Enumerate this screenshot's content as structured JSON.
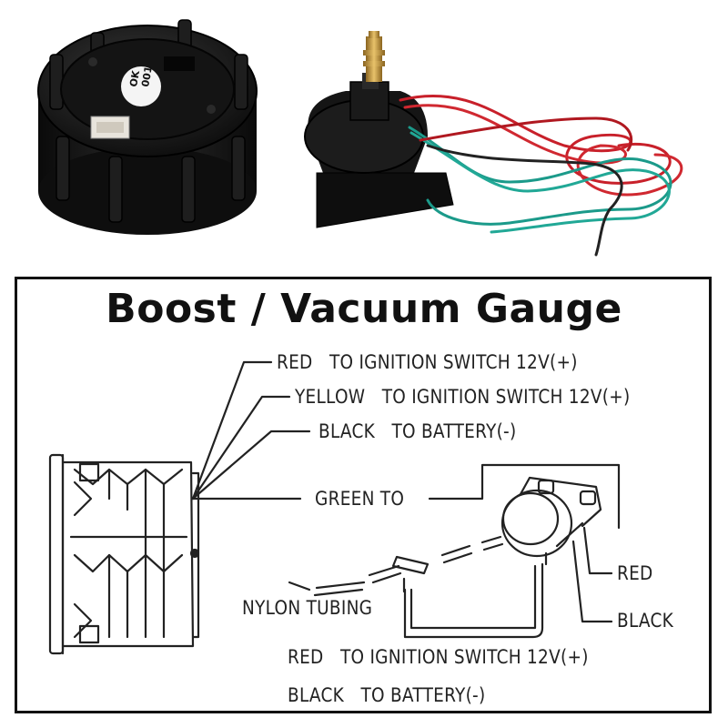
{
  "photo_stamp": {
    "line1": "OK",
    "line2": "001"
  },
  "diagram": {
    "title": "Boost / Vacuum Gauge",
    "gauge_wires": {
      "red": "RED   TO IGNITION SWITCH 12V(+)",
      "yellow": "YELLOW   TO IGNITION SWITCH 12V(+)",
      "black": "BLACK   TO BATTERY(-)",
      "green": "GREEN TO"
    },
    "sensor_wires": {
      "red": "RED",
      "black": "BLACK"
    },
    "tubing": "NYLON TUBING",
    "bottom_notes": {
      "red": "RED   TO IGNITION SWITCH 12V(+)",
      "black": "BLACK   TO BATTERY(-)"
    }
  },
  "colors": {
    "wire_red": "#c8202a",
    "wire_teal": "#1b9a8a",
    "gauge_body": "#1a1a1a",
    "brass": "#c89a3a"
  }
}
